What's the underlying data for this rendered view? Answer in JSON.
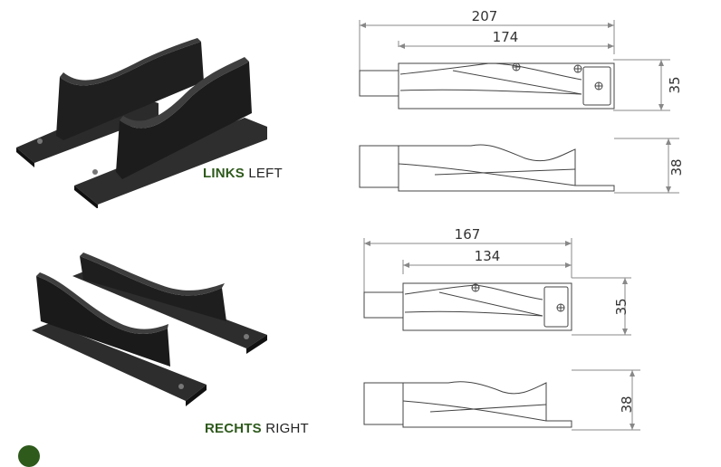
{
  "sections": [
    {
      "label_bold": "LINKS",
      "label_rest": " LEFT",
      "top_view": {
        "overall": "207",
        "inner": "174",
        "width": "35"
      },
      "side_view": {
        "height": "38"
      }
    },
    {
      "label_bold": "RECHTS",
      "label_rest": " RIGHT",
      "top_view": {
        "overall": "167",
        "inner": "134",
        "width": "35"
      },
      "side_view": {
        "height": "38"
      }
    }
  ]
}
